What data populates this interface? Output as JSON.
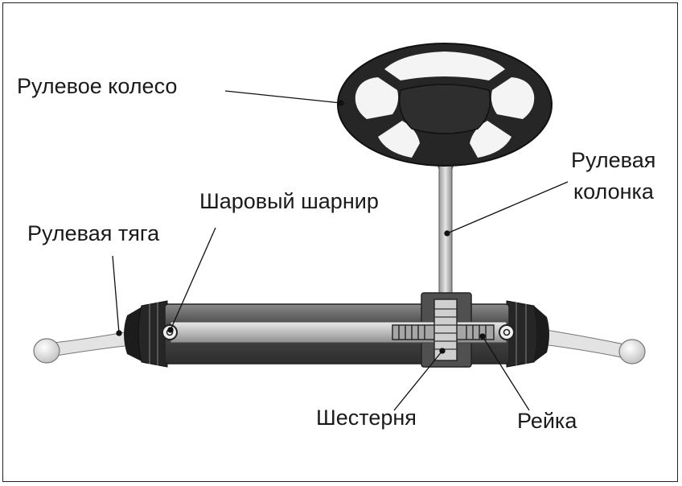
{
  "labels": {
    "steering_wheel": "Рулевое колесо",
    "steering_column_line1": "Рулевая",
    "steering_column_line2": "колонка",
    "ball_joint": "Шаровый шарнир",
    "tie_rod": "Рулевая тяга",
    "pinion": "Шестерня",
    "rack": "Рейка"
  },
  "colors": {
    "wheel": "#262626",
    "housing": "#5c5c5c",
    "boot": "#1c1c1c",
    "rod": "#e3e3e3",
    "leader_line": "#111111"
  }
}
